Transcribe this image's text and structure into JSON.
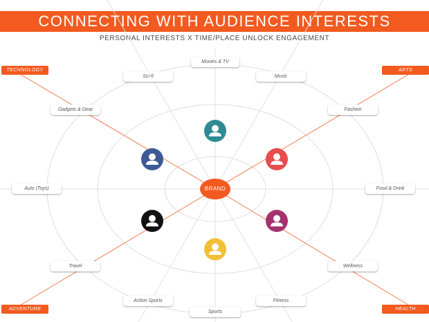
{
  "header": {
    "title": "CONNECTING WITH AUDIENCE INTERESTS",
    "subtitle": "PERSONAL INTERESTS X TIME/PLACE UNLOCK ENGAGEMENT"
  },
  "center": {
    "label": "BRAND"
  },
  "interests": {
    "movies_tv": "Movies & TV",
    "scifi": "Sci-fi",
    "music": "Music",
    "gadgets": "Gadgets & Gear",
    "fashion": "Fashion",
    "auto": "Auto (Toys)",
    "food": "Food & Drink",
    "travel": "Travel",
    "wellness": "Wellness",
    "action_sports": "Action Sports",
    "fitness": "Fitness",
    "sports": "Sports"
  },
  "categories": {
    "technology": "TECHNOLOGY",
    "arts": "ARTS",
    "adventure": "ADVENTURE",
    "health": "HEALTH"
  },
  "colors": {
    "accent": "#f25a1f",
    "avatar_teal": "#2e8b93",
    "avatar_blue": "#3d5a96",
    "avatar_red": "#e84c4c",
    "avatar_black": "#111111",
    "avatar_purple": "#a3336e",
    "avatar_yellow": "#f2c037"
  },
  "avatars": [
    "person-icon-teal",
    "person-icon-blue",
    "person-icon-red",
    "person-icon-black",
    "person-icon-purple",
    "person-icon-yellow"
  ]
}
